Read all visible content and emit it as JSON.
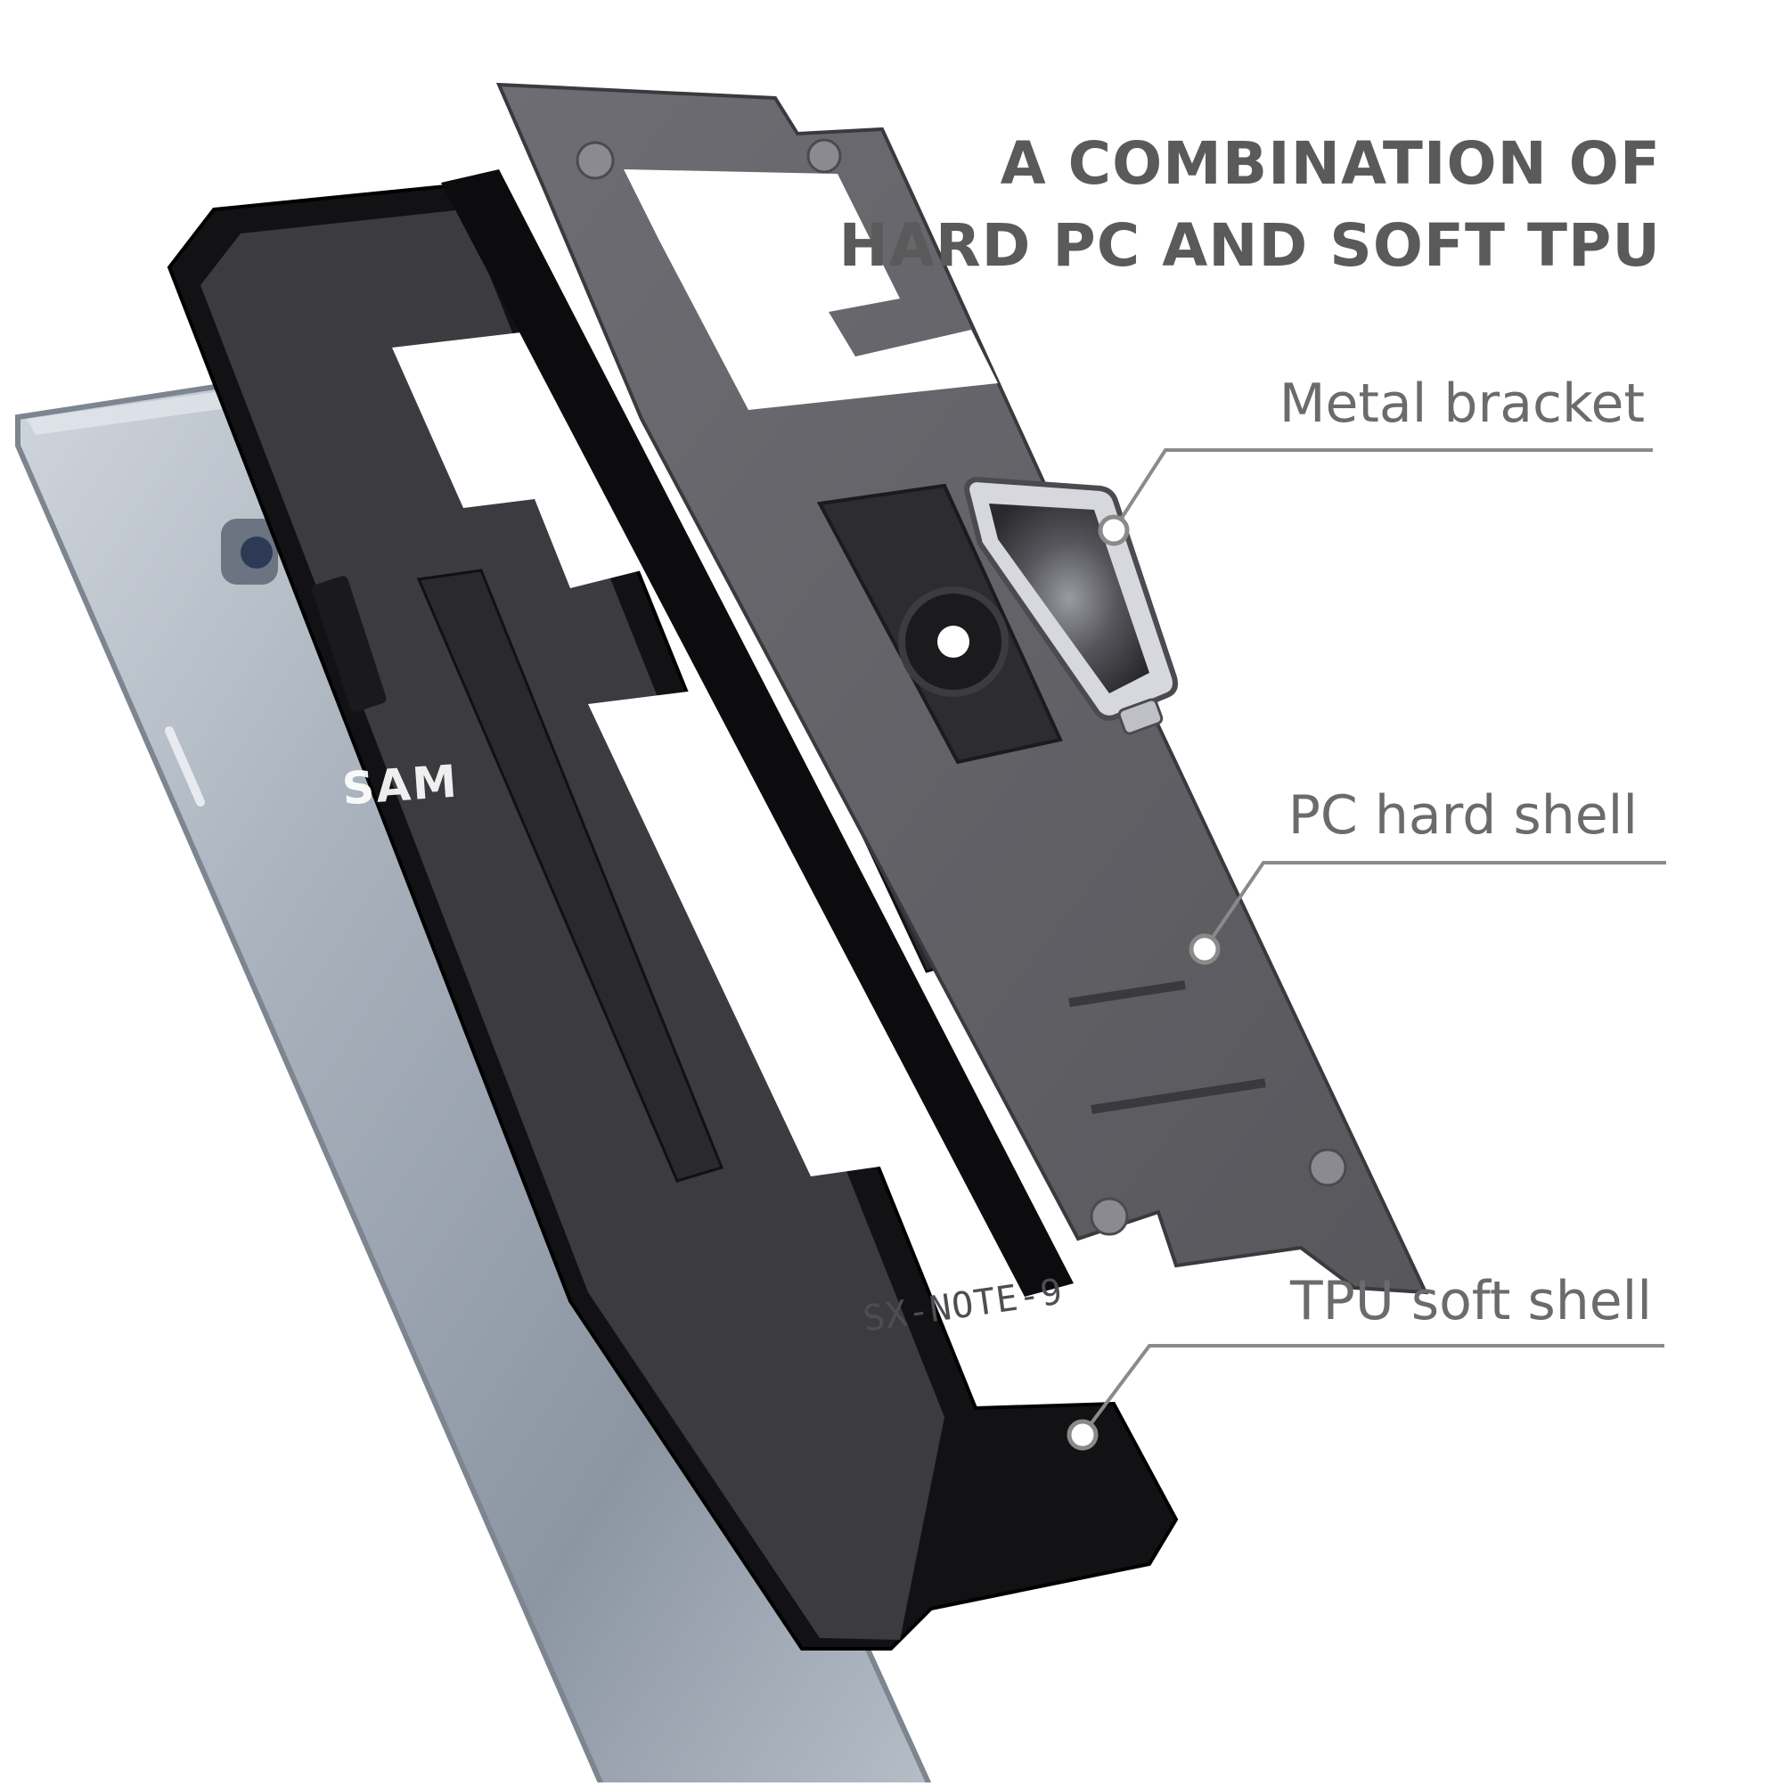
{
  "headline": {
    "line1": "A COMBINATION OF",
    "line2": "HARD PC AND SOFT TPU"
  },
  "callouts": [
    {
      "label": "Metal bracket"
    },
    {
      "label": "PC hard shell"
    },
    {
      "label": "TPU soft shell"
    }
  ],
  "case": {
    "model_emboss": "SX-NOTE-9"
  },
  "phone": {
    "brand_text": "SAM"
  },
  "colors": {
    "text_gray": "#6b6b6b",
    "shell_gray": "#6d6d73",
    "tpu_black": "#121214",
    "phone_silver": "#a7b0bb"
  }
}
